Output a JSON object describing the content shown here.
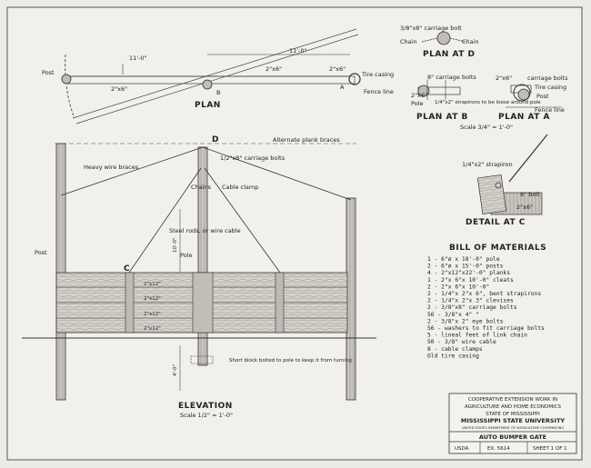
{
  "plan_view": {
    "title": "PLAN",
    "dim_1": "11'-0\"",
    "dim_2": "11'-0\"",
    "label_post": "Post",
    "label_2x6_left": "2\"x6\"",
    "label_2x6_mid": "2\"x6\"",
    "label_2x6_right": "2\"x6\"",
    "label_b": "B",
    "label_a": "A",
    "label_tire": "Tire casing",
    "label_fence": "Fence line"
  },
  "plan_at_d": {
    "title": "PLAN AT D",
    "bolt": "3/8\"x8\" carriage bolt",
    "chain_left": "Chain",
    "chain_right": "Chain"
  },
  "plan_at_b": {
    "title": "PLAN AT B",
    "bolts": "8\" carriage bolts",
    "pole": "Pole",
    "size": "2\"x6\"",
    "straps": "1/4\"x2\" strapirons to be loose around pole"
  },
  "plan_at_a": {
    "title": "PLAN AT A",
    "bolts": "carriage bolts",
    "size": "2\"x6\"",
    "tire": "Tire casing",
    "post": "Post",
    "fence": "Fence line"
  },
  "scale_plans": "Scale 3/4\" = 1'-0\"",
  "detail_c": {
    "title": "DETAIL AT C",
    "strap": "1/4\"x2\" strapiron",
    "bolt": "8\" bolt",
    "size": "2\"x6\""
  },
  "elevation": {
    "title": "ELEVATION",
    "scale": "Scale 1/2\" = 1'-0\"",
    "label_d": "D",
    "label_c": "C",
    "alt_braces": "Alternate plank braces",
    "bolts": "1/2\"x8\" carriage bolts",
    "wire_braces": "Heavy wire braces",
    "chains": "Chains",
    "cable_clamp": "Cable clamp",
    "steel_rods": "Steel rods, or wire cable",
    "post": "Post",
    "pole": "Pole",
    "dim_pole": "10'-0\"",
    "dim_bottom": "4'-0\"",
    "block_note": "Short block bolted to pole to keep it from turning",
    "plank_1": "2\"x12\"",
    "plank_2": "2\"x12\"",
    "plank_3": "2\"x12\"",
    "plank_4": "2\"x12\""
  },
  "bill": {
    "title": "BILL OF MATERIALS",
    "items": [
      "1 - 6\"ø x 18'-0\" pole",
      "2 - 6\"ø x 15'-0\" posts",
      "4 - 2\"x12\"x22'-0\" planks",
      "1 - 2\"x 6\"x 10'-0\" cleats",
      "2 - 2\"x 6\"x 10'-0\"",
      "2 - 1/4\"x 2\"x 6\", bent strapirons",
      "2 - 1/4\"x 2\"x 3\" clevises",
      "2 - 3/8\"x8\" carriage bolts",
      "56 - 3/8\"x 4\"        \"",
      "2 - 3/8\"x 2\" eye bolts",
      "56 - washers to fit carriage bolts",
      "5 - lineal feet of link chain",
      "50 -          3/8\" wire cable",
      "8 - cable clamps",
      "     Old tire casing"
    ]
  },
  "title_block": {
    "line1": "COOPERATIVE EXTENSION WORK IN",
    "line2": "AGRICULTURE AND HOME ECONOMICS",
    "line3": "STATE OF MISSISSIPPI",
    "line4": "MISSISSIPPI STATE UNIVERSITY",
    "line5": "UNITED STATES DEPARTMENT OF AGRICULTURE COOPERATING",
    "drawing": "AUTO BUMPER GATE",
    "cell_1": "USDA",
    "cell_2": "EX. 5614",
    "cell_3": "SHEET 1 OF 1"
  }
}
